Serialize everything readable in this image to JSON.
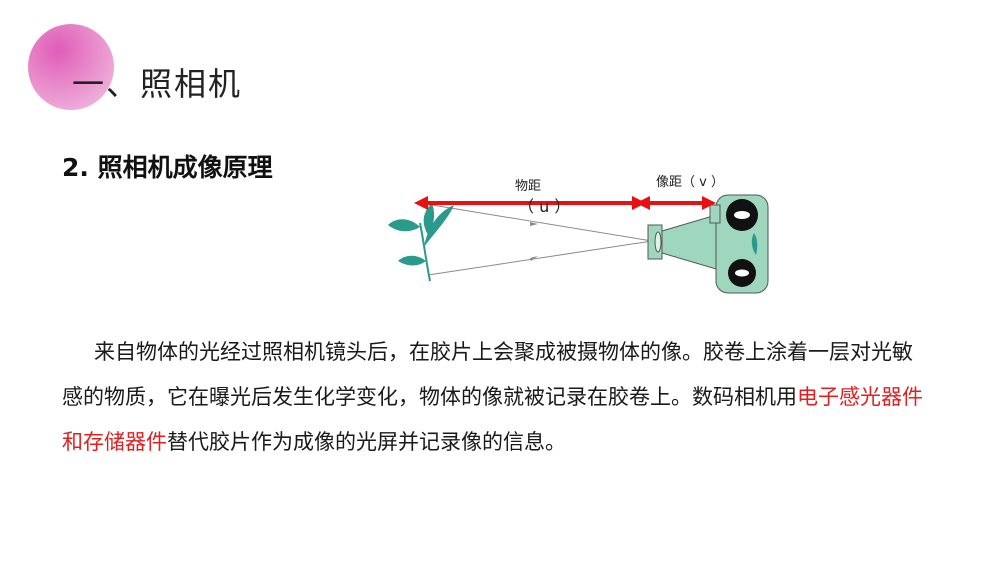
{
  "slide": {
    "title": "一、照相机",
    "heading": "2. 照相机成像原理",
    "accent_color": "#e05cb8"
  },
  "diagram": {
    "object_distance_label": "物距",
    "object_distance_symbol": "（ u ）",
    "image_distance_label": "像距（ v ）",
    "arrow_color": "#e81010",
    "plant_color": "#2a9a8c",
    "camera_color": "#9ed6be"
  },
  "paragraph": {
    "part1": "来自物体的光经过照相机镜头后，在胶片上会聚成被摄物体的像。胶卷上涂着一层对光敏感的物质，它在曝光后发生化学变化，物体的像就被记录在胶卷上。数码相机用",
    "highlight": "电子感光器件和存储器件",
    "part2": "替代胶片作为成像的光屏并记录像的信息。",
    "highlight_color": "#e02020"
  }
}
